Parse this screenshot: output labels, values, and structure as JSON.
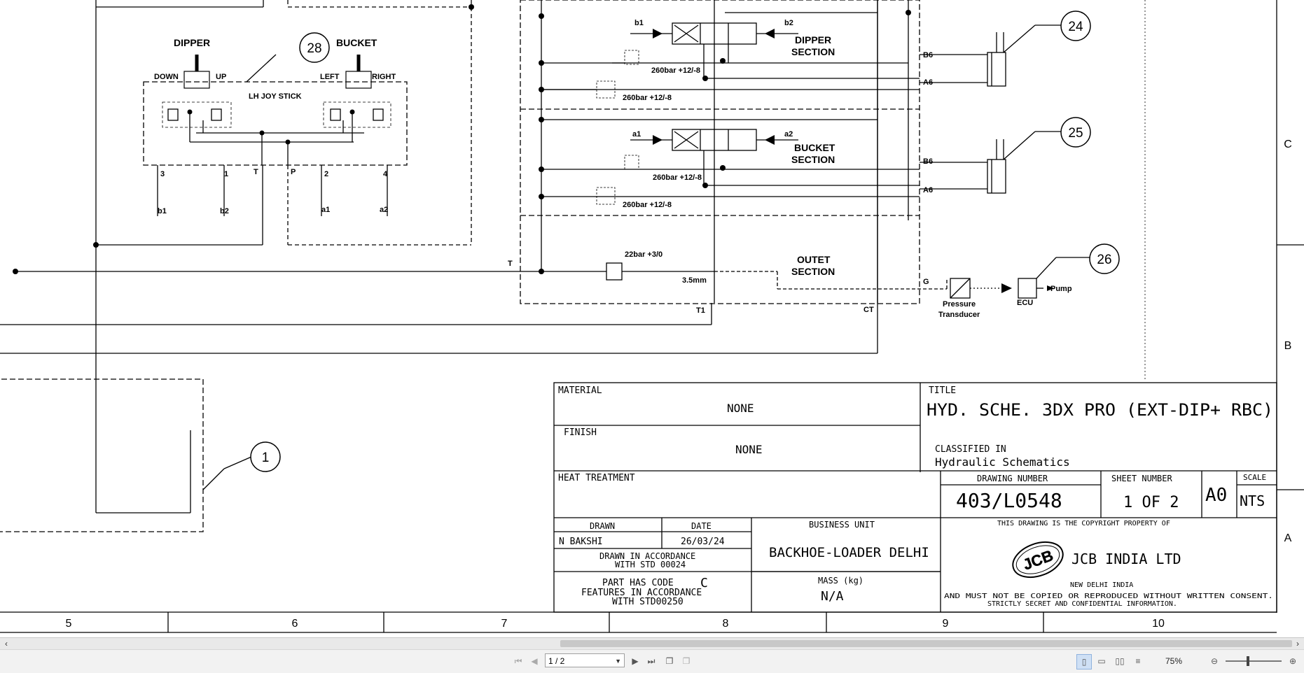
{
  "schematic": {
    "joystick": {
      "dipper_label": "DIPPER",
      "bucket_label": "BUCKET",
      "down": "DOWN",
      "up": "UP",
      "left": "LEFT",
      "right": "RIGHT",
      "title": "LH JOY STICK",
      "ports": [
        "3",
        "1",
        "T",
        "P",
        "2",
        "4"
      ],
      "pilot_lines": [
        "b1",
        "b2",
        "a1",
        "a2"
      ]
    },
    "balloons": [
      "28",
      "24",
      "25",
      "26",
      "1"
    ],
    "dipper_section": {
      "title_line1": "DIPPER",
      "title_line2": "SECTION",
      "pilot_left": "b1",
      "pilot_right": "b2",
      "relief_1": "260bar +12/-8",
      "relief_2": "260bar +12/-8",
      "port_b": "B6",
      "port_a": "A6"
    },
    "bucket_section": {
      "title_line1": "BUCKET",
      "title_line2": "SECTION",
      "pilot_left": "a1",
      "pilot_right": "a2",
      "relief_1": "260bar +12/-8",
      "relief_2": "260bar +12/-8",
      "port_b": "B6",
      "port_a": "A6"
    },
    "outlet_section": {
      "title_line1": "OUTET",
      "title_line2": "SECTION",
      "relief": "22bar +3/0",
      "orifice": "3.5mm",
      "port_t": "T",
      "port_t1": "T1",
      "port_ct": "CT",
      "port_g": "G"
    },
    "pressure_transducer_line1": "Pressure",
    "pressure_transducer_line2": "Transducer",
    "ecu": "ECU",
    "pump": "Pump"
  },
  "title_block": {
    "material_label": "MATERIAL",
    "material_value": "NONE",
    "finish_label": "FINISH",
    "finish_value": "NONE",
    "heat_treatment_label": "HEAT TREATMENT",
    "title_label": "TITLE",
    "title_value": "HYD. SCHE. 3DX PRO (EXT-DIP+ RBC)",
    "classified_label": "CLASSIFIED IN",
    "classified_value": "Hydraulic Schematics",
    "drawing_number_label": "DRAWING NUMBER",
    "drawing_number_value": "403/L0548",
    "sheet_number_label": "SHEET NUMBER",
    "sheet_number_value": "1 OF 2",
    "size_value": "A0",
    "scale_label": "SCALE",
    "scale_value": "NTS",
    "drawn_label": "DRAWN",
    "drawn_value": "N BAKSHI",
    "date_label": "DATE",
    "date_value": "26/03/24",
    "business_unit_label": "BUSINESS UNIT",
    "business_unit_value": "BACKHOE-LOADER DELHI",
    "accordance_line1": "DRAWN IN ACCORDANCE",
    "accordance_line2": "WITH STD 00024",
    "part_code_line1": "PART HAS CODE",
    "part_code_letter": "C",
    "part_code_line2": "FEATURES IN ACCORDANCE",
    "part_code_line3": "WITH STD00250",
    "mass_label": "MASS (kg)",
    "mass_value": "N/A",
    "copyright_line1": "THIS DRAWING IS THE COPYRIGHT PROPERTY OF",
    "logo_text": "JCB",
    "company": "JCB INDIA LTD",
    "city": "NEW DELHI   INDIA",
    "copyright_line2": "AND MUST NOT BE COPIED OR REPRODUCED WITHOUT WRITTEN CONSENT.",
    "copyright_line3": "STRICTLY SECRET AND CONFIDENTIAL INFORMATION."
  },
  "border": {
    "columns": [
      "5",
      "6",
      "7",
      "8",
      "9",
      "10"
    ],
    "rows": [
      "C",
      "B",
      "A"
    ]
  },
  "viewer": {
    "page_indicator": "1 / 2",
    "zoom": "75%"
  }
}
